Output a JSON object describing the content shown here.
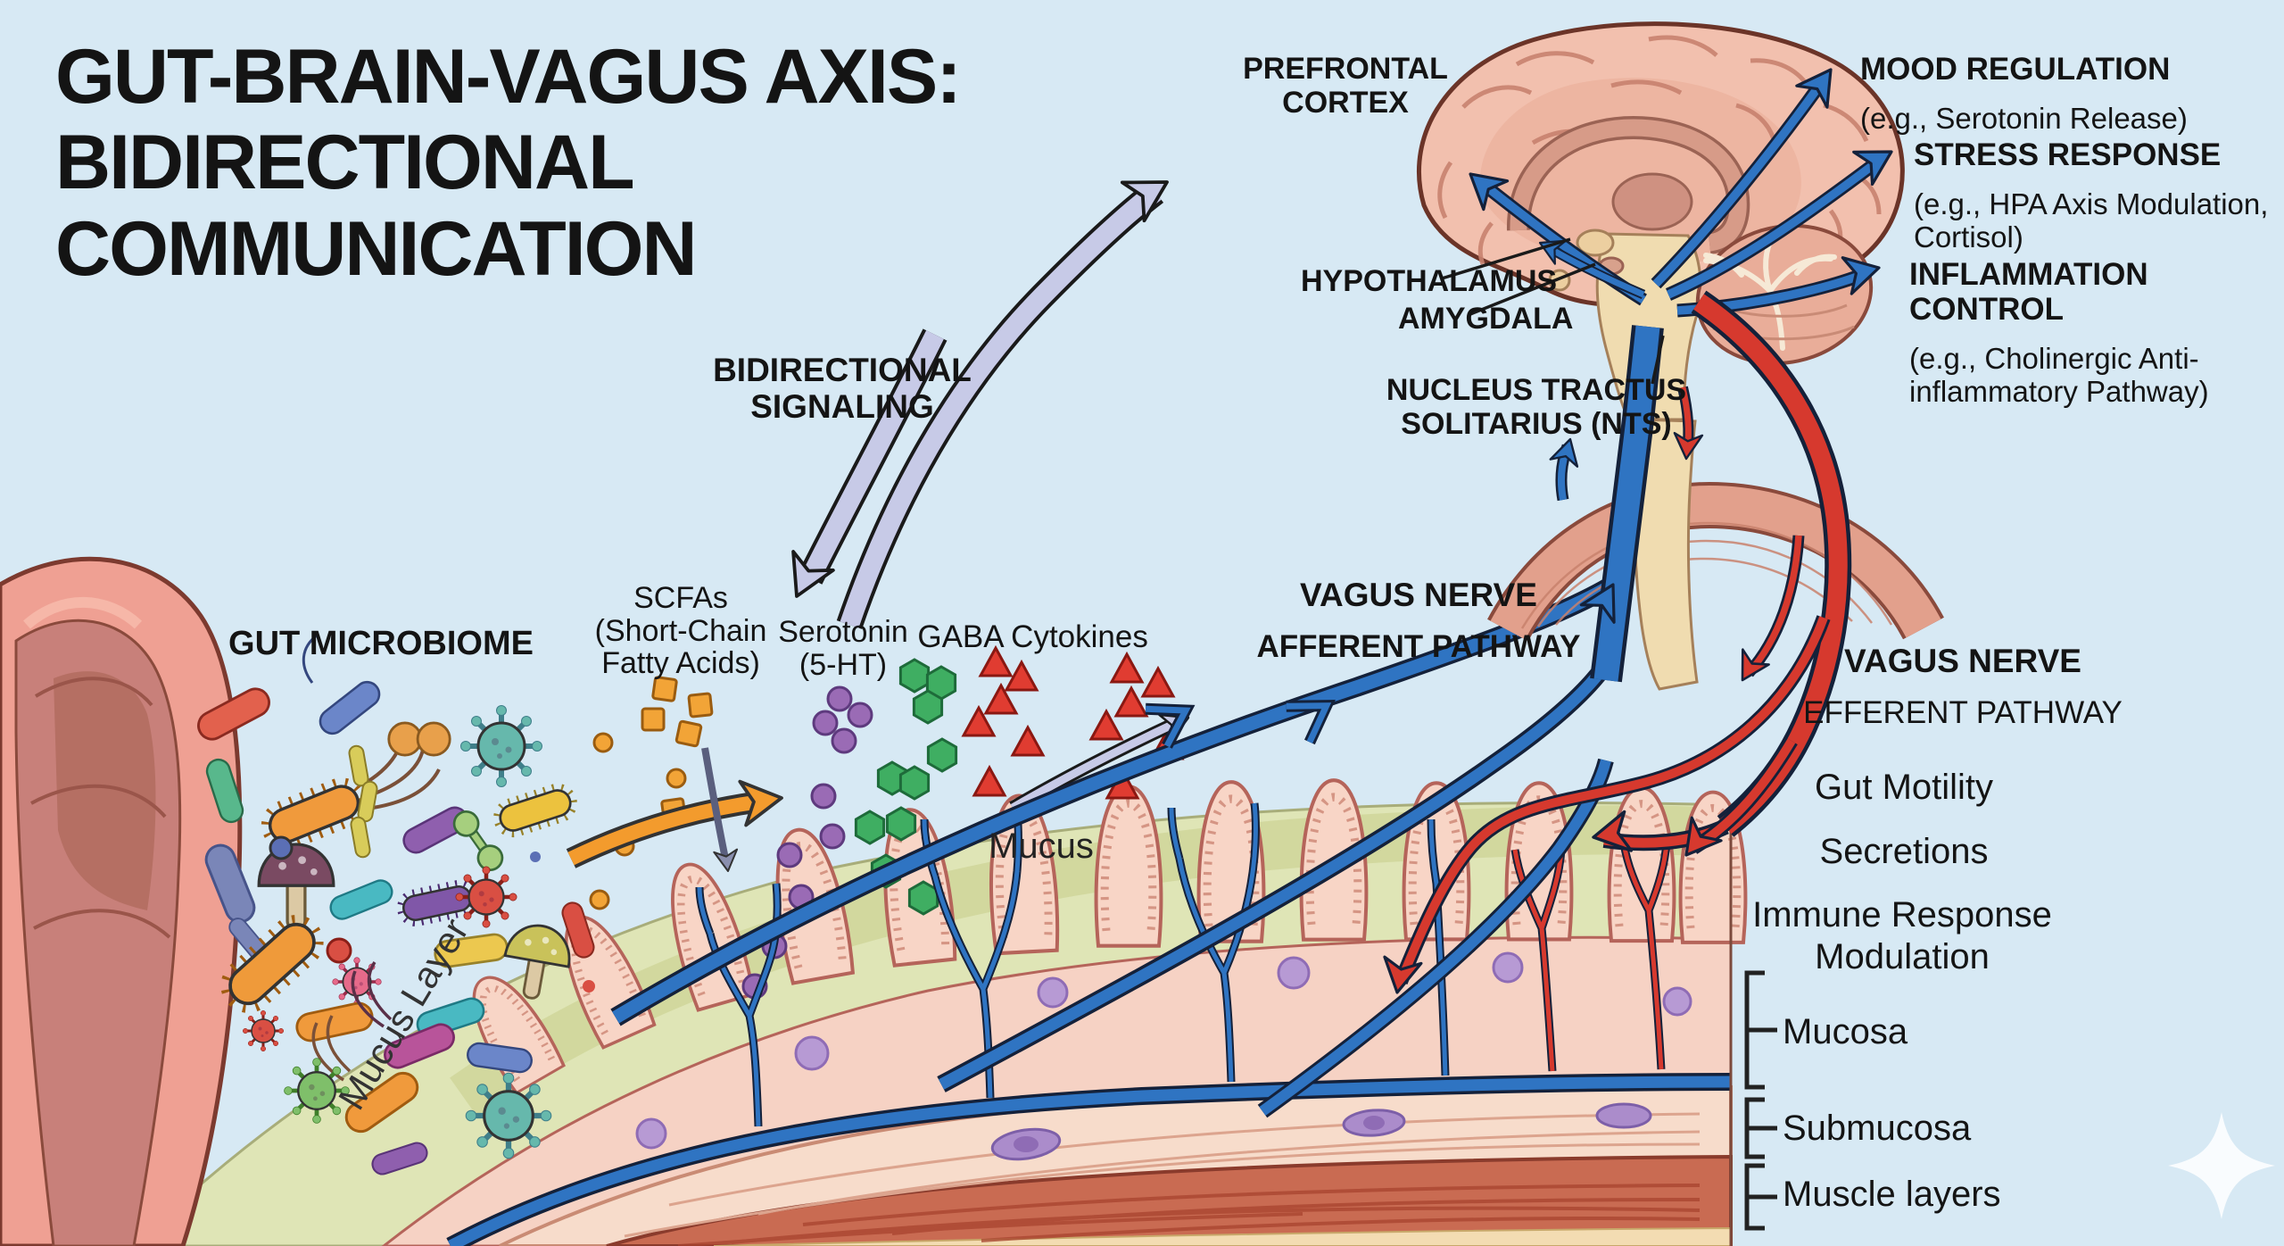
{
  "title": "GUT-BRAIN-VAGUS AXIS:\nBIDIRECTIONAL\nCOMMUNICATION",
  "brain": {
    "prefrontal_cortex": "PREFRONTAL\nCORTEX",
    "hypothalamus": "HYPOTHALAMUS",
    "amygdala": "AMYGDALA",
    "nts": "NUCLEUS TRACTUS\nSOLITARIUS (NTS)"
  },
  "outcomes": {
    "mood": {
      "title": "MOOD REGULATION",
      "subtitle": "(e.g., Serotonin Release)"
    },
    "stress": {
      "title": "STRESS RESPONSE",
      "subtitle": "(e.g., HPA Axis Modulation,\nCortisol)"
    },
    "inflammation": {
      "title": "INFLAMMATION CONTROL",
      "subtitle": "(e.g., Cholinergic Anti-\ninflammatory Pathway)"
    }
  },
  "signaling": {
    "bidirectional": "BIDIRECTIONAL\nSIGNALING"
  },
  "vagus": {
    "afferent": {
      "title": "VAGUS NERVE",
      "subtitle": "AFFERENT PATHWAY"
    },
    "efferent": {
      "title": "VAGUS NERVE",
      "subtitle": "EFFERENT PATHWAY"
    },
    "efferent_effects": [
      "Gut Motility",
      "Secretions",
      "Immune Response\nModulation"
    ]
  },
  "gut": {
    "microbiome_title": "GUT MICROBIOME",
    "metabolites": [
      {
        "name": "SCFAs\n(Short-Chain\nFatty Acids)",
        "shape": "orange-square"
      },
      {
        "name": "Serotonin\n(5-HT)",
        "shape": "purple-circle"
      },
      {
        "name": "GABA",
        "shape": "green-hexagon"
      },
      {
        "name": "Cytokines",
        "shape": "red-triangle"
      }
    ],
    "mucus_label": "Mucus",
    "mucus_layer_label": "Mucus Layer",
    "wall_layers": [
      "Mucosa",
      "Submucosa",
      "Muscle layers"
    ]
  },
  "colors": {
    "background": "#d7e9f4",
    "afferent_blue": "#2f74c2",
    "efferent_red": "#d6392e",
    "signal_lavender": "#c7cae7",
    "mucus_green": "#dfe5b6",
    "scfa_orange": "#f2a437",
    "serotonin_purple": "#9a6bb5",
    "gaba_green": "#3fae62",
    "cytokine_red": "#e03c31"
  }
}
